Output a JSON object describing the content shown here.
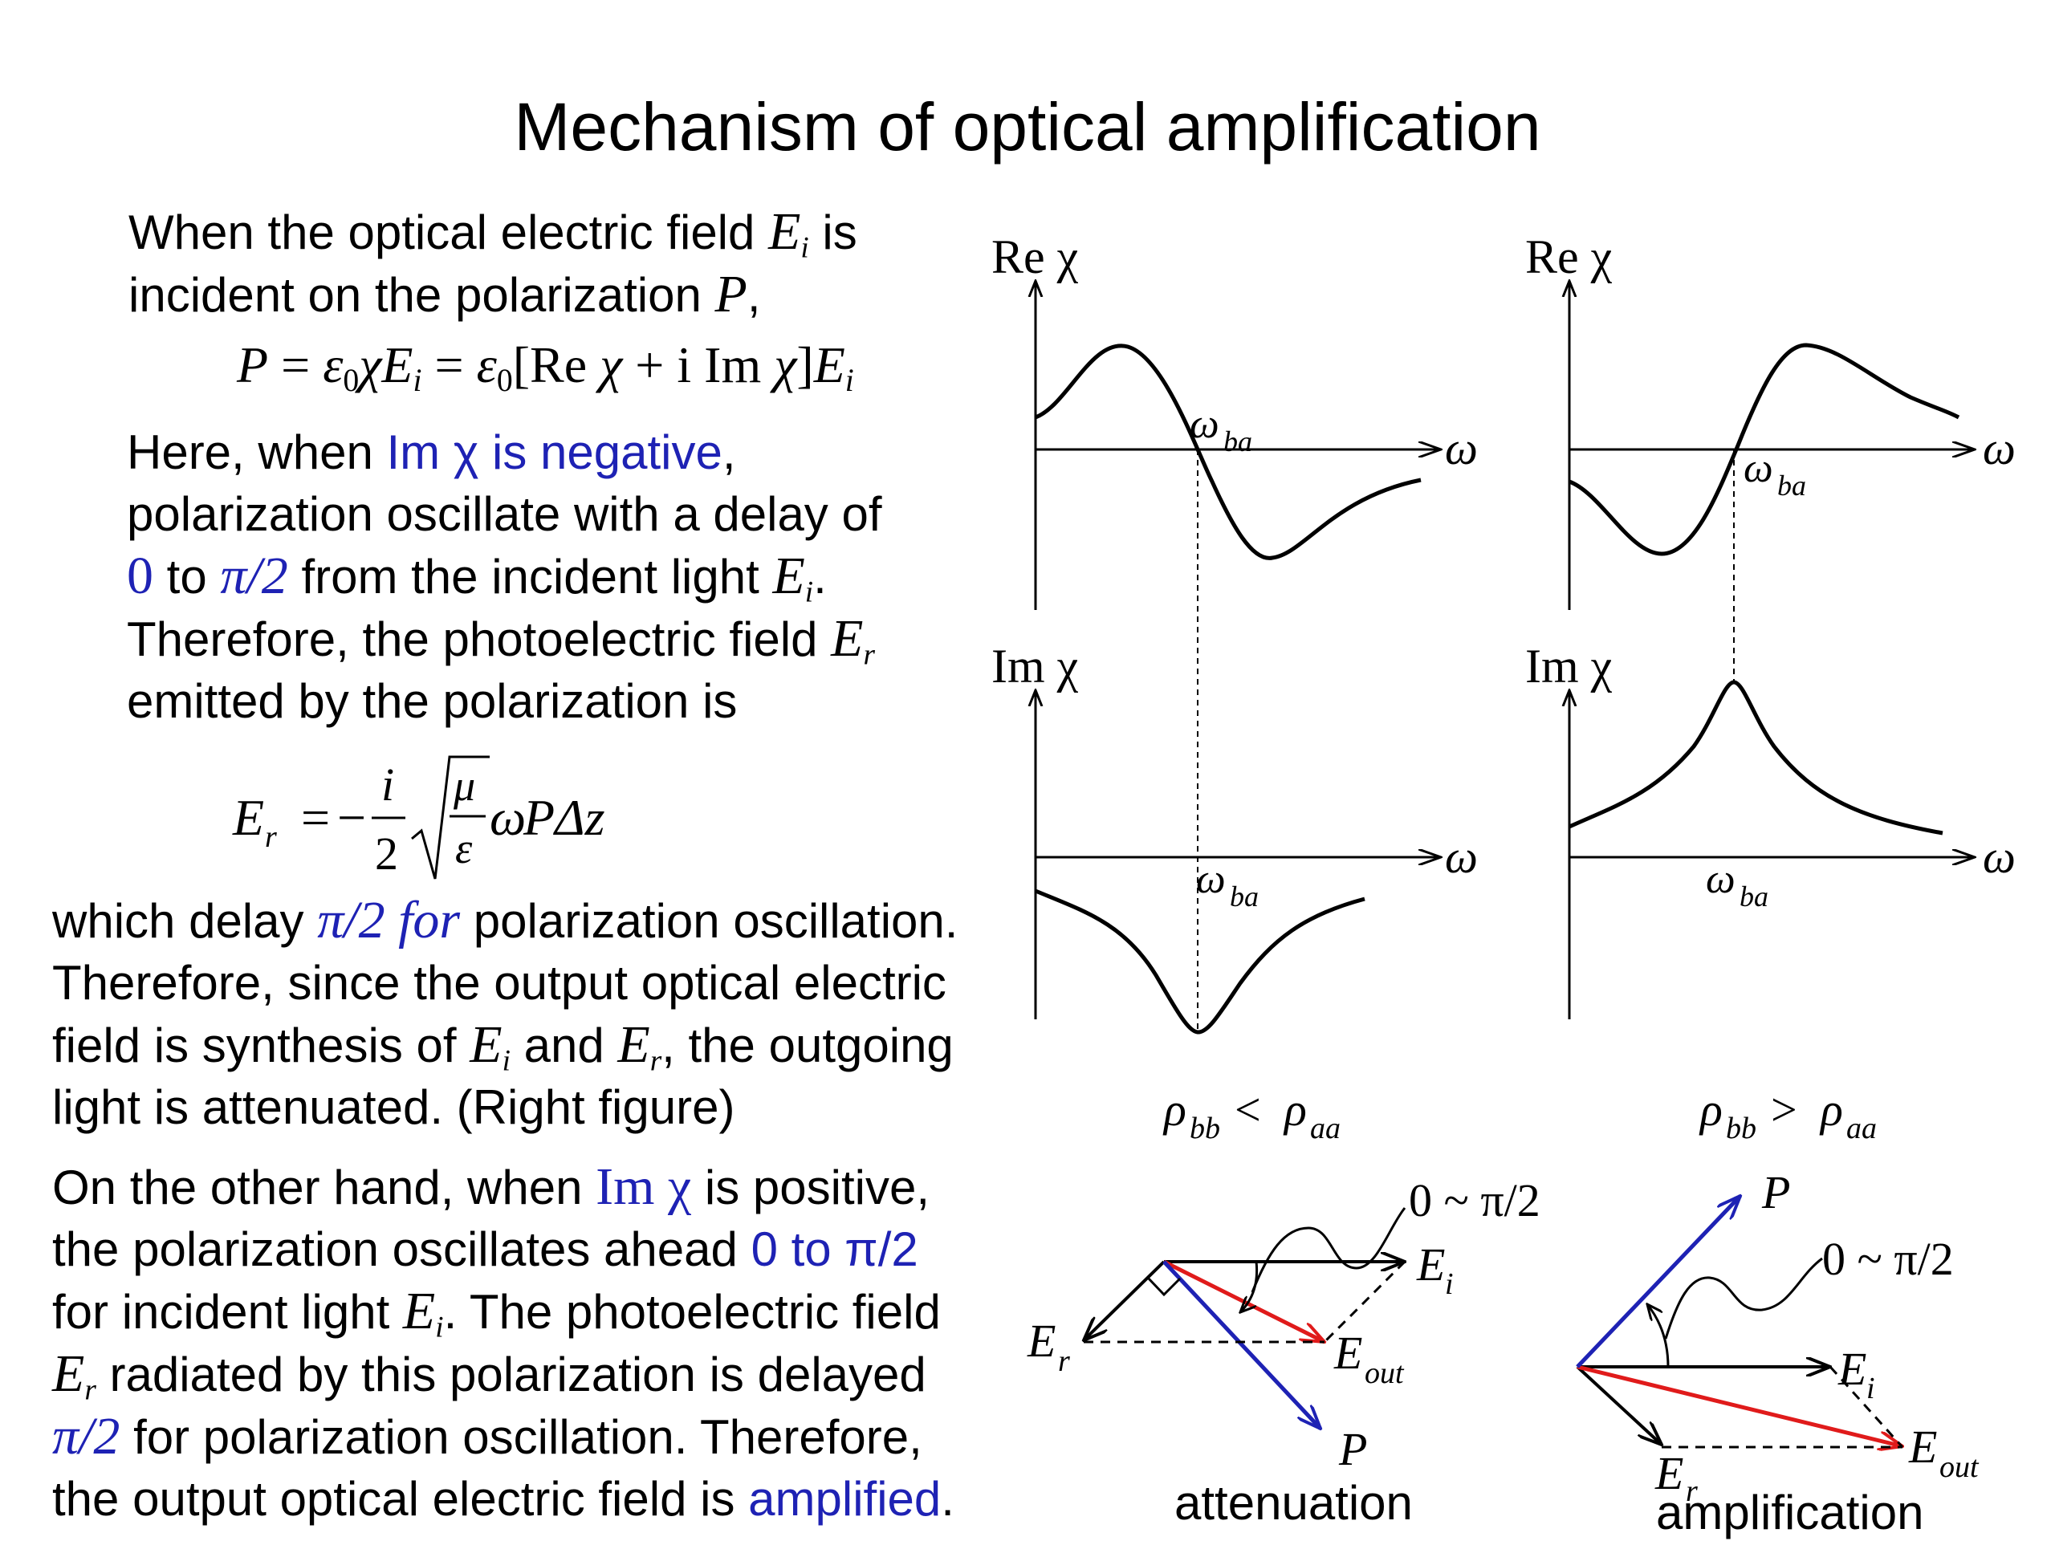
{
  "title": "Mechanism of optical amplification",
  "para1": {
    "line1_pre": "When the optical electric field ",
    "line1_var": "E",
    "line1_sub": "i",
    "line1_post": " is",
    "line2_pre": "incident on the polarization ",
    "line2_var": "P",
    "line2_post": ","
  },
  "eq1": {
    "lhs": "P",
    "eq": "=",
    "eps": "ε",
    "eps_sub": "0",
    "chi": "χ",
    "E": "E",
    "E_sub": "i",
    "re": "Re",
    "im": "Im",
    "plus_i": "+ i",
    "open": "[",
    "close": "]"
  },
  "para2": {
    "l1_pre": "Here, when ",
    "l1_blue": "Im χ is negative",
    "l1_post": ",",
    "l2": "polarization oscillate with a delay of",
    "l3_blue": "0",
    "l3_mid": " to ",
    "l3_blue2": "π/2",
    "l3_post": " from the incident light ",
    "l3_var": "E",
    "l3_sub": "i",
    "l3_end": ".",
    "l4_pre": "Therefore, the photoelectric field ",
    "l4_var": "E",
    "l4_sub": "r",
    "l5": "emitted by the polarization is"
  },
  "eq2": {
    "lhs": "E",
    "lhs_sub": "r",
    "eq": "=",
    "minus": "−",
    "num": "i",
    "den": "2",
    "root_num": "μ",
    "root_den": "ε",
    "omega": "ω",
    "tail": "PΔz"
  },
  "para3": {
    "l1_pre": "which delay ",
    "l1_blue": "π/2 for",
    "l1_post": " polarization oscillation.",
    "l2": "Therefore, since the output optical electric",
    "l3_pre": "field is synthesis of ",
    "l3_v1": "E",
    "l3_s1": "i",
    "l3_mid": " and ",
    "l3_v2": "E",
    "l3_s2": "r",
    "l3_post": ", the outgoing",
    "l4": "light is attenuated. (Right figure)"
  },
  "para4": {
    "l1_pre": "On the other hand, when ",
    "l1_blue": "Im χ",
    "l1_post": " is positive,",
    "l2_pre": "the polarization oscillates ahead ",
    "l2_blue": "0 to π/2",
    "l3_pre": "for incident light ",
    "l3_var": "E",
    "l3_sub": "i",
    "l3_post": ". The photoelectric field",
    "l4_var": "E",
    "l4_sub": "r",
    "l4_post": " radiated by this polarization is delayed",
    "l5_blue": "π/2",
    "l5_post": " for polarization oscillation. Therefore,",
    "l6_pre": "the output optical electric field is ",
    "l6_blue": "amplified",
    "l6_post": "."
  },
  "plots": {
    "re_label": "Re χ",
    "im_label": "Im χ",
    "omega": "ω",
    "omega_ba": "ω",
    "omega_ba_sub": "ba",
    "left_condition": "ρ",
    "left_cond_sub1": "bb",
    "left_op": " < ",
    "left_cond_var2": "ρ",
    "left_cond_sub2": "aa",
    "right_op": " > "
  },
  "phasors": {
    "phase_label": "0 ~ π/2",
    "P": "P",
    "E": "E",
    "sub_i": "i",
    "sub_r": "r",
    "sub_out": "out",
    "attenuation": "attenuation",
    "amplification": "amplification",
    "colors": {
      "red": "#e01b1b",
      "blue": "#1e22b4",
      "black": "#000000"
    }
  }
}
